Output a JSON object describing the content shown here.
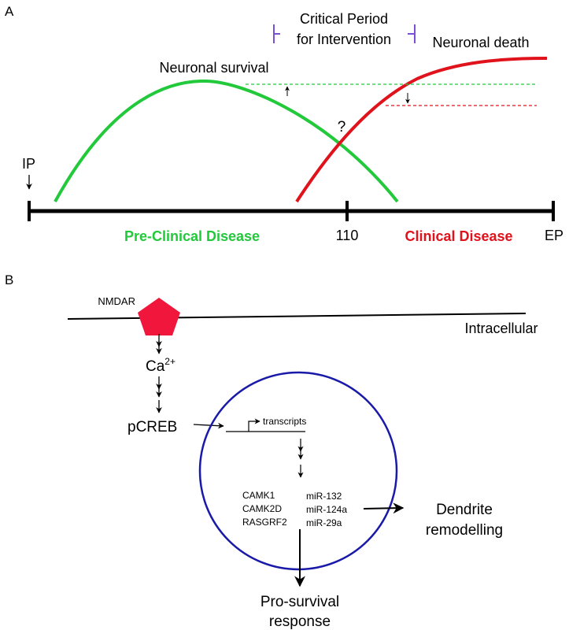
{
  "panel_a": {
    "panel_label": "A",
    "critical_period_line1": "Critical Period",
    "critical_period_line2": "for Intervention",
    "neuronal_survival": "Neuronal survival",
    "neuronal_death": "Neuronal death",
    "question_mark": "?",
    "ip_label": "IP",
    "tick_110": "110",
    "ep_label": "EP",
    "pre_clinical": "Pre-Clinical Disease",
    "clinical": "Clinical Disease",
    "colors": {
      "survival": "#22c93a",
      "death": "#e0121b",
      "bracket": "#7b4fd6"
    }
  },
  "panel_b": {
    "panel_label": "B",
    "nmdar": "NMDAR",
    "intracellular": "Intracellular",
    "ca": "Ca",
    "ca_superscript": "2+",
    "pcreb": "pCREB",
    "transcripts": "transcripts",
    "genes": [
      "CAMK1",
      "CAMK2D",
      "RASGRF2"
    ],
    "mirnas": [
      "miR-132",
      "miR-124a",
      "miR-29a"
    ],
    "dendrite_line1": "Dendrite",
    "dendrite_line2": "remodelling",
    "prosurvival_line1": "Pro-survival",
    "prosurvival_line2": "response",
    "colors": {
      "receptor": "#f0163c",
      "nucleus": "#1a1aa8"
    }
  }
}
